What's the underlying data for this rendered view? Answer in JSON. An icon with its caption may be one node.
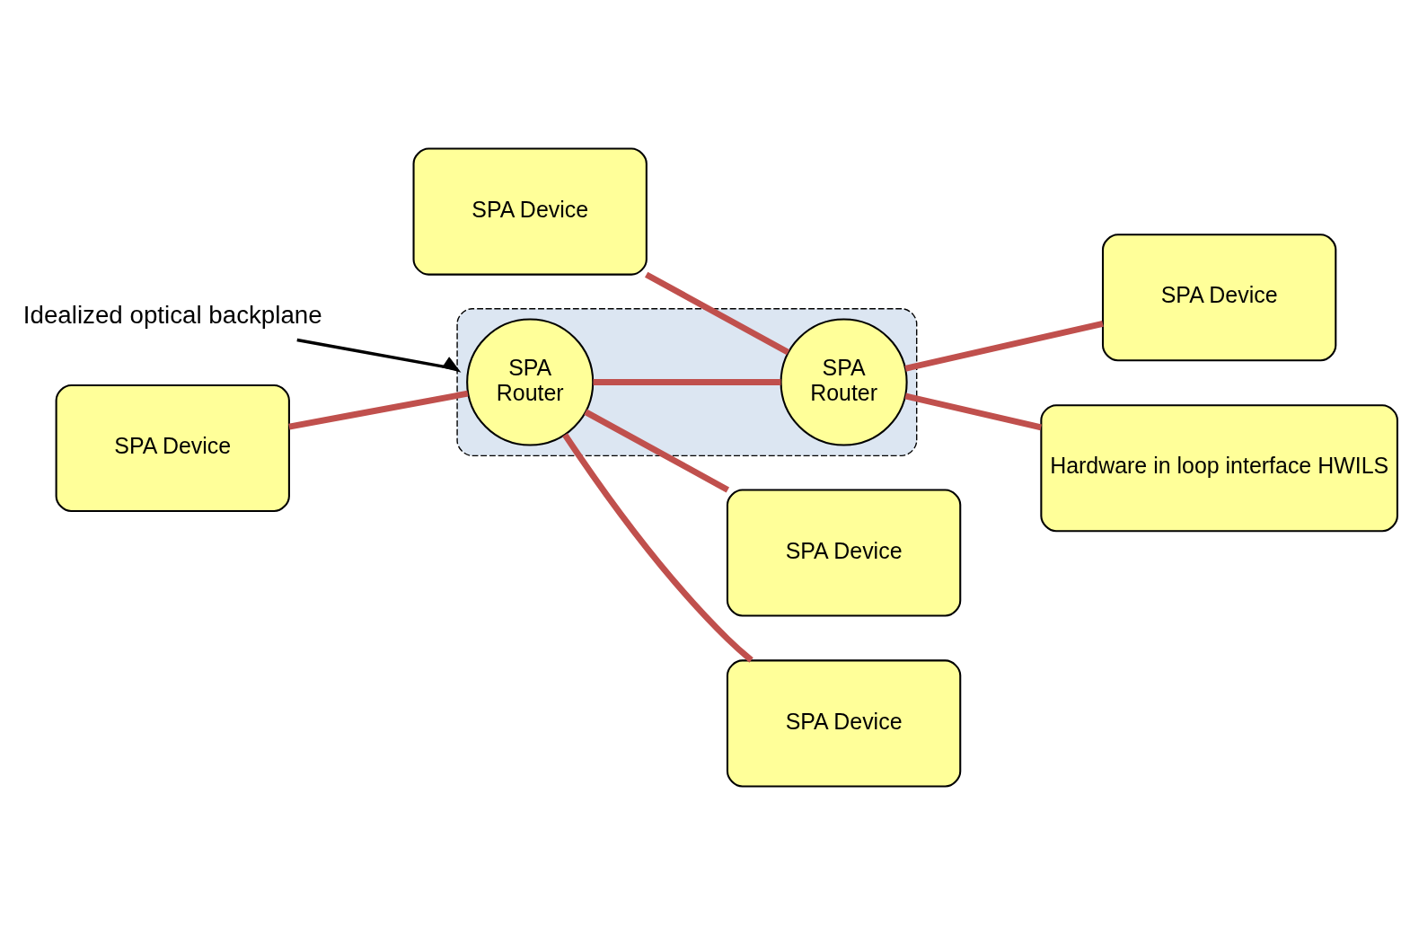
{
  "diagram": {
    "nodes": [
      {
        "text": [
          "Idealized optical backplane"
        ]
      },
      {
        "text": [],
        "shape": "cloud"
      },
      {
        "text": [
          "SPA Device"
        ]
      },
      {
        "text": [
          "SPA Device"
        ]
      },
      {
        "text": [
          "SPA Router"
        ],
        "in": 1
      },
      {
        "text": [
          "SPA Device"
        ]
      },
      {
        "text": [
          "SPA Router"
        ],
        "in": 1
      },
      {
        "text": [
          "SPA Device"
        ]
      },
      {
        "text": [
          "SPA Device"
        ]
      },
      {
        "text": [
          "Hardware in loop interface HWILS"
        ]
      }
    ],
    "edges": [
      {
        "from": 0,
        "to": 1,
        "arrow": "to",
        "color": "#000000"
      },
      {
        "from": 4,
        "to": 2,
        "arrow": "none"
      },
      {
        "from": 3,
        "to": 4,
        "arrow": "none"
      },
      {
        "from": 4,
        "to": 5,
        "arrow": "none"
      },
      {
        "from": 4,
        "to": 6,
        "arrow": "none"
      },
      {
        "from": 6,
        "to": 7,
        "arrow": "none"
      },
      {
        "from": 8,
        "to": 6,
        "arrow": "none"
      },
      {
        "from": 6,
        "to": 9,
        "arrow": "none"
      }
    ]
  }
}
